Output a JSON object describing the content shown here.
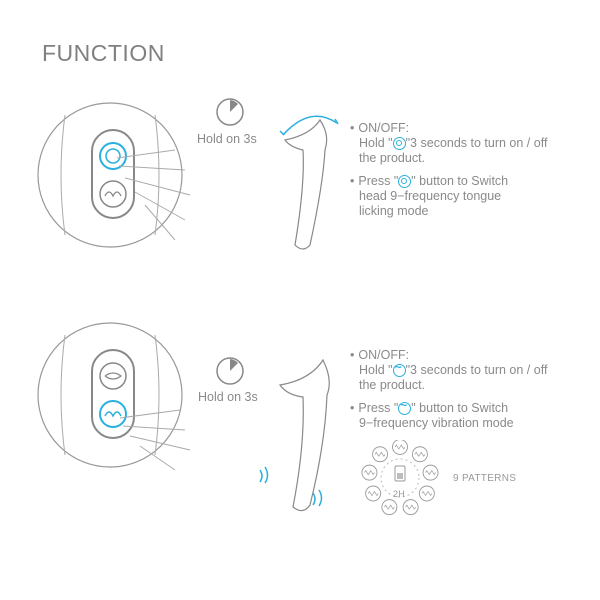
{
  "title": "FUNCTION",
  "section1": {
    "hold_label": "Hold on 3s",
    "bullet1_title": "ON/OFF:",
    "bullet1_pre": "Hold \"",
    "bullet1_post": "\"3 seconds to turn on / off",
    "bullet1_line2": "the product.",
    "bullet2_pre": "Press \"",
    "bullet2_post": "\" button to Switch",
    "bullet2_line2": "head 9−frequency tongue",
    "bullet2_line3": "licking mode",
    "button_icon": "ring-button-icon"
  },
  "section2": {
    "hold_label": "Hold on 3s",
    "bullet1_title": "ON/OFF:",
    "bullet1_pre": "Hold \"",
    "bullet1_post": "\"3 seconds to turn on / off",
    "bullet1_line2": "the product.",
    "bullet2_pre": "Press \"",
    "bullet2_post": "\" button to Switch",
    "bullet2_line2": "9−frequency vibration mode",
    "button_icon": "wave-button-icon",
    "battery_label": "2H",
    "patterns_label": "9 PATTERNS"
  },
  "colors": {
    "accent": "#2ab0e0",
    "text": "#8a8a8a",
    "line": "#9a9a9a"
  }
}
